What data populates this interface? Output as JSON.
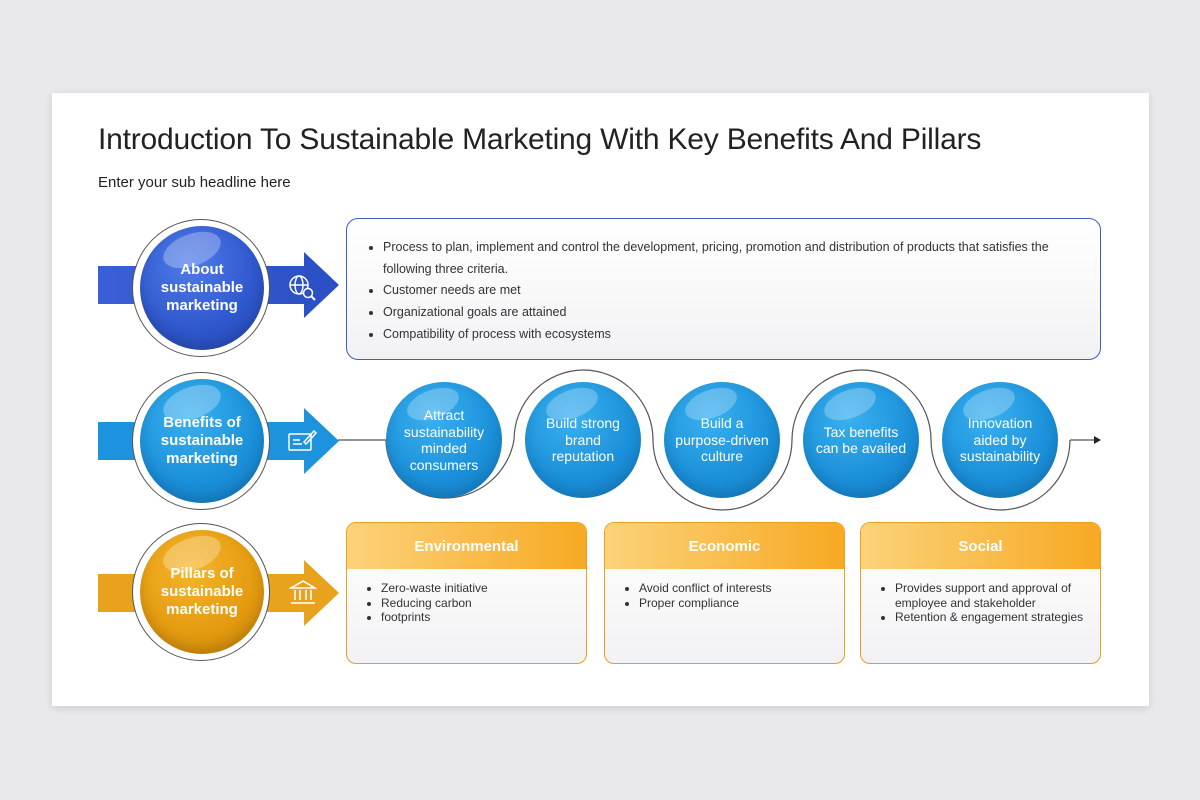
{
  "header": {
    "title": "Introduction To Sustainable Marketing With Key Benefits And Pillars",
    "subtitle": "Enter your sub headline here"
  },
  "rows": [
    {
      "label": "About sustainable marketing",
      "color": "#2f57cc",
      "icon": "globe-search-icon"
    },
    {
      "label": "Benefits of sustainable marketing",
      "color": "#1a8fd9",
      "icon": "checklist-pen-icon"
    },
    {
      "label": "Pillars of sustainable marketing",
      "color": "#e39a0f",
      "icon": "bank-icon"
    }
  ],
  "about": {
    "bullets": [
      "Process to plan, implement and control the development, pricing, promotion and distribution of products that satisfies the following three criteria.",
      "Customer needs are met",
      "Organizational goals are attained",
      "Compatibility of process with ecosystems"
    ]
  },
  "benefits": [
    "Attract sustainability minded consumers",
    "Build strong brand reputation",
    "Build a purpose-driven culture",
    "Tax benefits can be availed",
    "Innovation aided by sustainability"
  ],
  "pillars": [
    {
      "title": "Environmental",
      "items": [
        "Zero-waste initiative",
        "Reducing carbon",
        "footprints"
      ]
    },
    {
      "title": "Economic",
      "items": [
        "Avoid conflict of interests",
        "Proper compliance"
      ]
    },
    {
      "title": "Social",
      "items": [
        "Provides support and approval of employee and stakeholder",
        "Retention & engagement strategies"
      ]
    }
  ],
  "colors": {
    "blue": "#2f57cc",
    "sky": "#1a8fd9",
    "gold": "#e39a0f",
    "pillar_border": "#e8a020"
  }
}
